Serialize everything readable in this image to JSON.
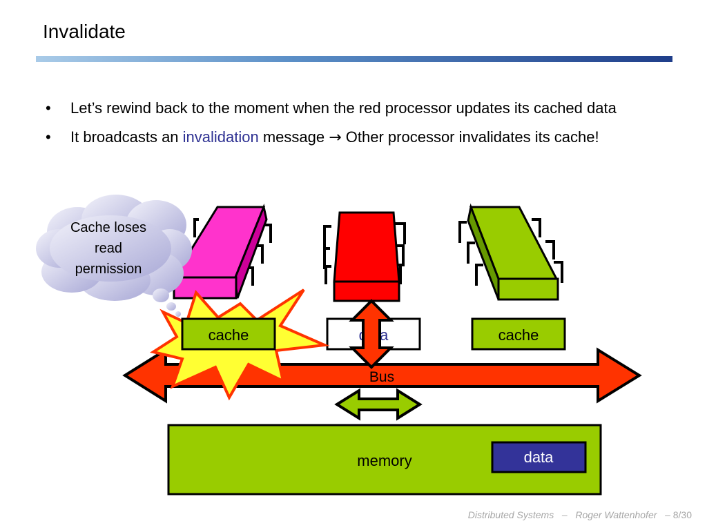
{
  "slide": {
    "title": "Invalidate"
  },
  "bullets": [
    {
      "text": "Let’s rewind back to the moment when the red processor updates its cached data"
    },
    {
      "prefix": "It broadcasts an ",
      "highlight": "invalidation",
      "middle": " message ",
      "arrow": "→",
      "suffix": " Other processor invalidates its cache!"
    }
  ],
  "diagram": {
    "thought_bubble": {
      "lines": [
        "Cache loses",
        "read",
        "permission"
      ]
    },
    "left_cache_label": "cache",
    "middle_cache_label": "data",
    "right_cache_label": "cache",
    "bus_label": "Bus",
    "memory_label": "memory",
    "memory_data_label": "data",
    "colors": {
      "pink_processor": "#ff33cc",
      "red_processor": "#ff0000",
      "green_processor": "#99cc00",
      "bus": "#ff3300",
      "memory": "#99cc00",
      "memory_data_box": "#333399",
      "invalidation_text": "#2e3192",
      "burst": "#ffff33"
    }
  },
  "footer": {
    "course": "Distributed Systems",
    "sep": "–",
    "author": "Roger Wattenhofer",
    "page_prefix": "–",
    "page": "8/30"
  }
}
